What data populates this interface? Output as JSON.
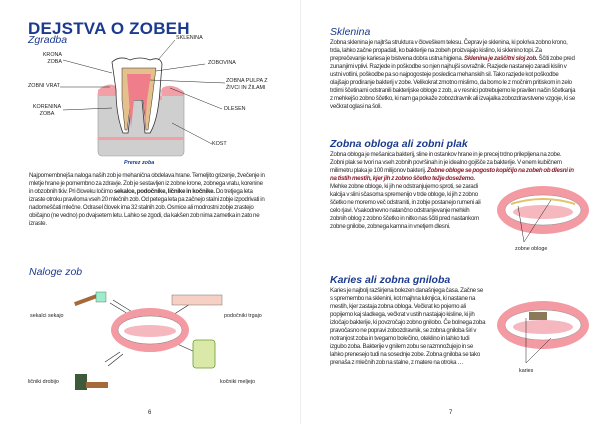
{
  "left_page": {
    "title": "DEJSTVA O ZOBEH",
    "section1": "Zgradba",
    "diagram_labels": {
      "krona": "KRONA ZOBA",
      "vrat": "ZOBNI VRAT",
      "korenina": "KORENINA ZOBA",
      "sklenina": "SKLENINA",
      "zobovina": "ZOBOVINA",
      "pulpa": "ZOBNA PULPA Z ŽIVCI IN ŽILAMI",
      "dlesen": "DLESEN",
      "kost": "KOST"
    },
    "caption": "Prerez zoba",
    "para": {
      "a": "Najpomembnejša naloga naših zob je mehanična obdelava hrane. Temeljito grizenje, žvečenje in mletje hrane je pomembno za zdravje. Zob je sestavljen iz zobne krone, zobnega vratu, korenine in obzobnih tkiv. Pri človeku ločimo ",
      "b": "sekalce, podočnike, ličnike in kočnike.",
      "c": " Do tretjega leta izraste otroku praviloma vseh 20 mlečnih zob. Od petega leta pa začnejo stalni zobje izpodrivati in nadomeščati mlečne. Odrasel človek ima 32 stalnih zob. Osmice ali modrostni zobje zrastejo običajno (ne vedno) po dvajsetem letu. Lahko se zgodi, da kakšen zob nima zametka in zato ne izraste."
    },
    "section2": "Naloge zob",
    "tool_labels": {
      "sekalci": "sekalci sekajo",
      "podocniki": "podočniki trgajo",
      "licniki": "ličniki drobijo",
      "kocniki": "kočniki meljejo"
    },
    "page_number": "6"
  },
  "right_page": {
    "s1_title": "Sklenina",
    "s1": {
      "a": "Zobna sklenina je najtrša struktura v človeškem telesu. Čeprav je sklenina, ki pokriva zobno krono, trda, lahko začne propadati, ko bakterije na zobeh proizvajajo kislino, ki sklenino topi. Za preprečevanje kariesa je bistvena dobra ustna higiena. ",
      "b": "Sklenina je zaščitni sloj zob.",
      "c": " Ščiti zobe pred zunanjimi vplivi. Razjede in poškodbe so njen najhujši sovražnik. Razjede nastanejo zaradi kislin v ustni votlini, poškodbe pa so najpogosteje posledica mehanskih sil. Tako razjede kot poškodbe olajšajo prodiranje bakterij v zobe. Velikokrat zmotno mislimo, da bomo le z močnim pritiskom in zelo trdimi ščetinami odstranili bakterijske obloge z zob, a v resnici potrebujemo le pravilen način ščetkanja z mehkejšo zobno ščetko, ki nam ga pokaže zobozdravnik ali izvajalka zobozdravstvene vzgoje, ki se večkrat oglasi na šoli."
    },
    "s2_title": "Zobna obloga ali zobni plak",
    "s2": {
      "a": "Zobna obloga je mešanica bakterij, sline in ostankov hrane in je precej trdno prilepljena na zobe. Zobni plak se tvori na vseh zobnih površinah in je idealno gojišče za bakterije. V enem kubičnem milimetru plaka je 100 milijonov bakterij. ",
      "b": "Zobne obloge se pogosto kopičijo na zobeh ob dlesni in na tistih mestih, kjer jih z zobno ščetko težje dosežemo.",
      "c": " Mehke zobne obloge, ki jih ne odstranjujemo sproti, se zaradi kalcija v slini sčasoma spremenijo v trde obloge, ki jih z zobno ščetko ne moremo več odstraniti, in zobje postanejo rumeni ali celo rjavi. Vsakodnevno natančno odstranjevanje mehkih zobnih oblog z zobno ščetko in nitko nas ščiti pred nastankom zobne gnilobe, zobnega kamna in vnetjem dlesni."
    },
    "s2_label": "zobne obloge",
    "s3_title": "Karies ali zobna gniloba",
    "s3": "Karies je najbolj razširjena bolezen današnjega časa. Začne se s spremembo na sklenini, kot majhna luknjica, ki nastane na mestih, kjer zastaja zobna obloga. Večkrat ko pojemo ali popijemo kaj sladkega, večkrat v ustih nastajajo kisline, ki jih izločajo bakterije, ki povzročajo zobno gnilobo. Če bolnega zoba pravočasno ne popravi zobozdravnik, se zobna gniloba širi v notranjost zoba in tvegamo bolečino, oteklino in lahko tudi izgubo zoba. Bakterije v gnilem zobu se razmnožujejo in se lahko prenesejo tudi na sosednje zobe. Zobna gniloba se tako prenaša z mlečnih zob na stalne, z matere na otroka …",
    "s3_label": "karies",
    "page_number": "7"
  },
  "colors": {
    "heading": "#1c3b8f",
    "emphasis": "#8a1d2e",
    "gum": "#f0a3aa"
  }
}
